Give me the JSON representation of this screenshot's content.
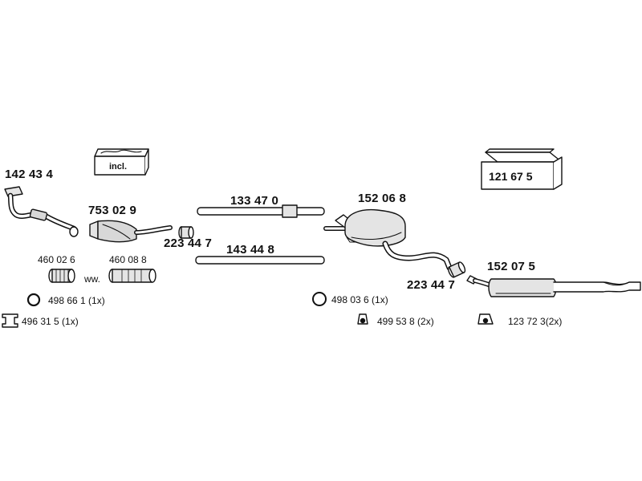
{
  "colors": {
    "ink": "#111111",
    "part_fill": "#e4e4e4",
    "part_shade": "#bdbdbd",
    "background": "#ffffff"
  },
  "kit_box": {
    "label": "incl.",
    "icon": "parts-box-icon"
  },
  "part_box": {
    "label": "121 67 5",
    "icon": "part-package-icon"
  },
  "parts": {
    "front_pipe": "142 43 4",
    "catalytic_converter": "753 02 9",
    "connector_1": "223 44 7",
    "flex_pipe_1": "460 02 6",
    "flex_pipe_2": "460 08 8",
    "flex_note": "ww.",
    "sealing_ring": "498 66 1 (1x)",
    "gasket": "496 31 5  (1x)",
    "intermediate_pipe_1": "133 47 0",
    "intermediate_pipe_2": "143 44 8",
    "middle_silencer": "152 06 8",
    "connector_2": "223 44 7",
    "rubber_ring": "498 03 6 (1x)",
    "hanger": "499 53 8 (2x)",
    "rear_silencer": "152 07 5",
    "rear_mount": "123 72 3(2x)"
  }
}
